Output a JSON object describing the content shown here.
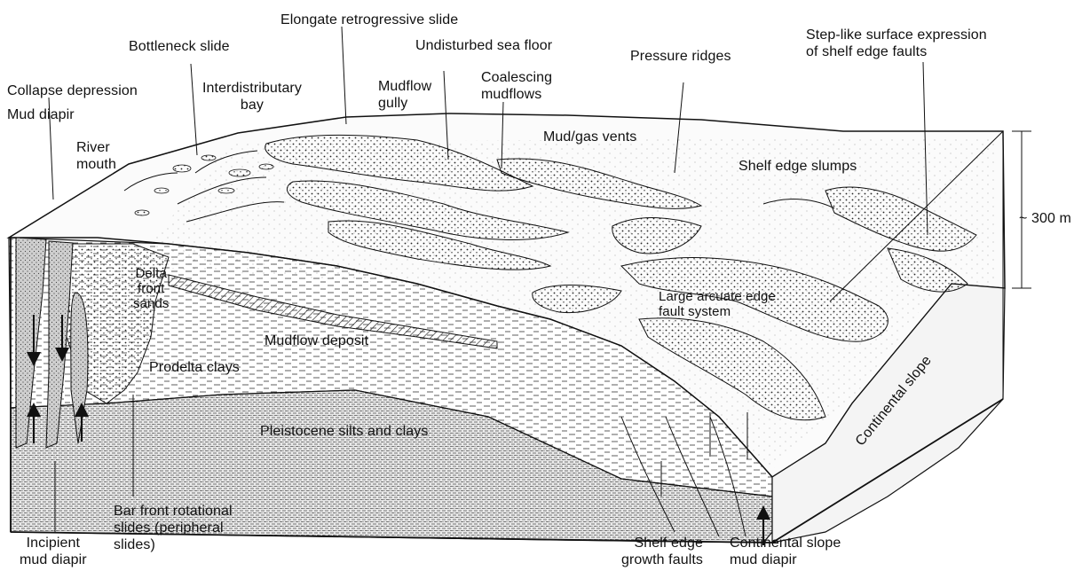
{
  "labels": {
    "elongate_retrogressive_slide": "Elongate retrogressive slide",
    "bottleneck_slide": "Bottleneck slide",
    "undisturbed_sea_floor": "Undisturbed sea floor",
    "step_like_surface_expression": "Step-like surface expression\nof shelf edge faults",
    "pressure_ridges": "Pressure ridges",
    "collapse_depression": "Collapse depression",
    "interdistributary_bay": "Interdistributary\nbay",
    "mudflow_gully": "Mudflow\ngully",
    "coalescing_mudflows": "Coalescing\nmudflows",
    "mud_diapir": "Mud diapir",
    "mud_gas_vents": "Mud/gas vents",
    "river_mouth": "River\nmouth",
    "shelf_edge_slumps": "Shelf edge slumps",
    "depth_scale": "~ 300 m",
    "delta_front_sands": "Delta\nfront\nsands",
    "large_arcuate_edge_fault_system": "Large arcuate edge\nfault system",
    "mudflow_deposit": "Mudflow deposit",
    "prodelta_clays": "Prodelta clays",
    "continental_slope": "Continental slope",
    "pleistocene_silts_and_clays": "Pleistocene silts and clays",
    "bar_front_rotational_slides": "Bar front rotational\nslides (peripheral\nslides)",
    "incipient_mud_diapir": "Incipient\nmud diapir",
    "shelf_edge_growth_faults": "Shelf edge\ngrowth faults",
    "continental_slope_mud_diapir": "Continental slope\nmud diapir"
  }
}
